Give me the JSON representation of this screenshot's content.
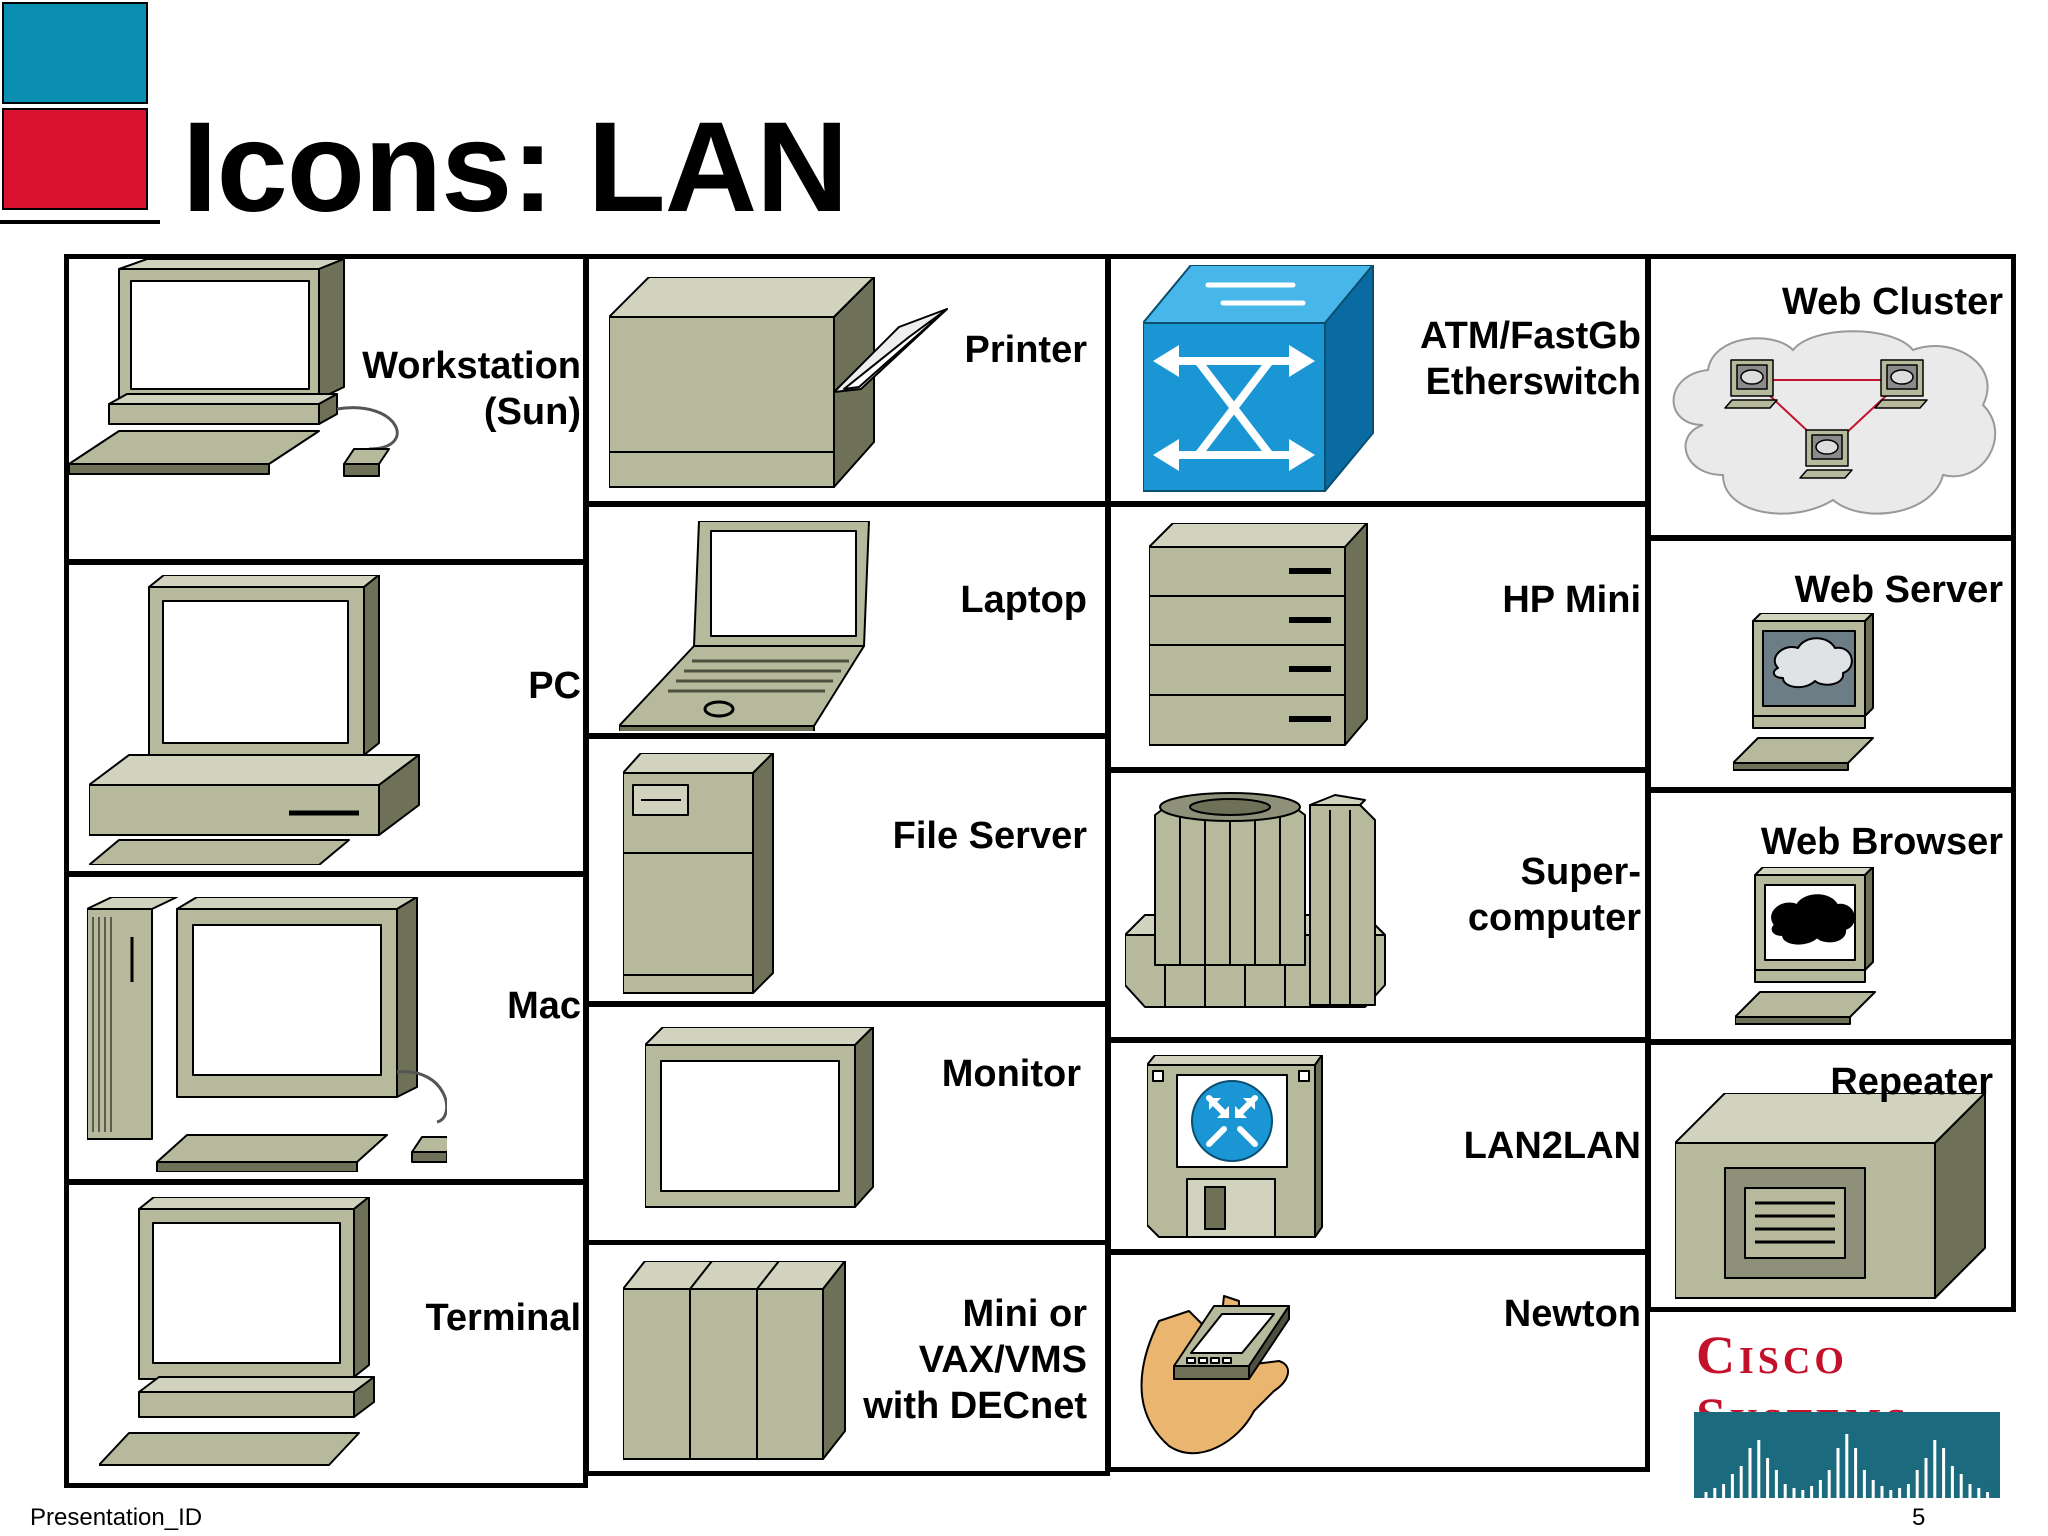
{
  "title": "Icons: LAN",
  "footer": {
    "presentation_id": "Presentation_ID",
    "page_number": "5"
  },
  "logo": {
    "text": "Cisco Systems",
    "color": "#c3112b",
    "bars_color": "#1b6a7d"
  },
  "colors": {
    "equipment": "#b7b99d",
    "equipment_dark": "#6e7058",
    "blue_square": "#0a8fb2",
    "red_square": "#d8122f",
    "switch_blue": "#1a96d4"
  },
  "icons": {
    "workstation": {
      "label": "Workstation\n(Sun)",
      "icon": "workstation-icon"
    },
    "pc": {
      "label": "PC",
      "icon": "pc-icon"
    },
    "mac": {
      "label": "Mac",
      "icon": "mac-icon"
    },
    "terminal": {
      "label": "Terminal",
      "icon": "terminal-icon"
    },
    "printer": {
      "label": "Printer",
      "icon": "printer-icon"
    },
    "laptop": {
      "label": "Laptop",
      "icon": "laptop-icon"
    },
    "file_server": {
      "label": "File Server",
      "icon": "file-server-icon"
    },
    "monitor": {
      "label": "Monitor",
      "icon": "monitor-icon"
    },
    "mini_vax": {
      "label": "Mini or\nVAX/VMS\nwith DECnet",
      "icon": "mini-vax-icon"
    },
    "atm_switch": {
      "label": "ATM/FastGb\nEtherswitch",
      "icon": "atm-switch-icon"
    },
    "hp_mini": {
      "label": "HP Mini",
      "icon": "hp-mini-icon"
    },
    "supercomputer": {
      "label": "Super-\ncomputer",
      "icon": "supercomputer-icon"
    },
    "lan2lan": {
      "label": "LAN2LAN",
      "icon": "lan2lan-icon"
    },
    "newton": {
      "label": "Newton",
      "icon": "newton-icon"
    },
    "web_cluster": {
      "label": "Web Cluster",
      "icon": "web-cluster-icon"
    },
    "web_server": {
      "label": "Web Server",
      "icon": "web-server-icon"
    },
    "web_browser": {
      "label": "Web Browser",
      "icon": "web-browser-icon"
    },
    "repeater": {
      "label": "Repeater",
      "icon": "repeater-icon"
    }
  }
}
